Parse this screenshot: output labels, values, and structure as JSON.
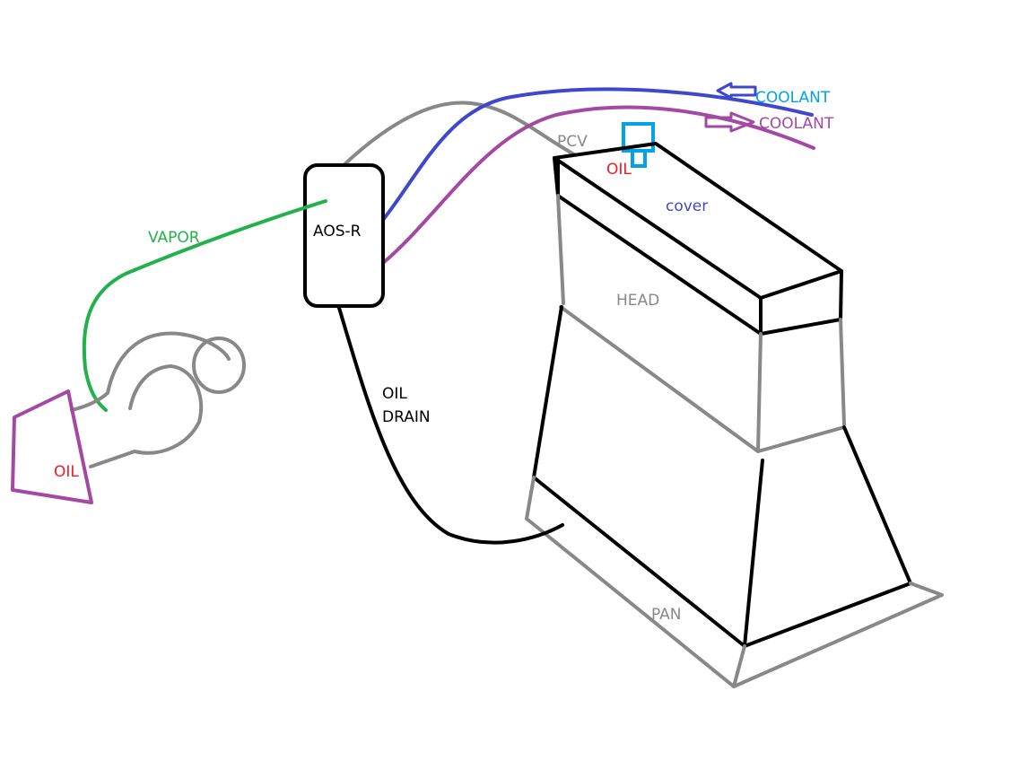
{
  "labels": {
    "coolant_in": "COOLANT",
    "coolant_out": "COOLANT",
    "pcv": "PCV",
    "oil_top": "OIL",
    "cover": "cover",
    "head": "HEAD",
    "pan": "PAN",
    "aos": "AOS-R",
    "vapor": "VAPOR",
    "oil_drain_1": "OIL",
    "oil_drain_2": "DRAIN",
    "oil_left": "OIL"
  },
  "colors": {
    "black": "#000000",
    "gray": "#888888",
    "blue": "#3f48cc",
    "purple": "#a349a4",
    "green": "#22b14c",
    "cyan": "#00a2e8",
    "red": "#ed1c24"
  }
}
